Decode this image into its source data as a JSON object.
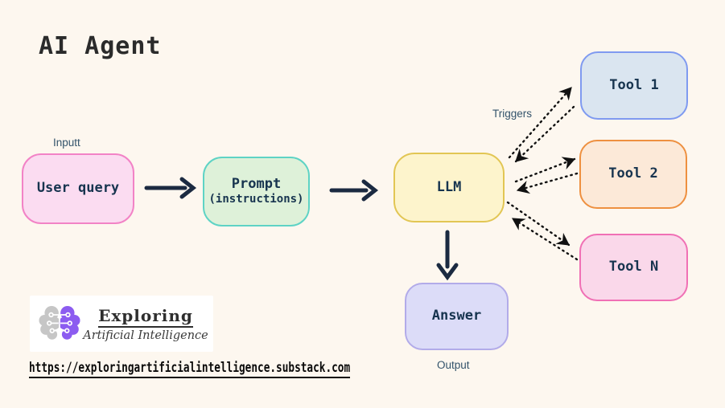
{
  "title": "AI Agent",
  "labels": {
    "input": "Inputt",
    "triggers": "Triggers",
    "output": "Output"
  },
  "nodes": {
    "user_query": {
      "label": "User query",
      "fill": "#fbdcf1",
      "border": "#f283c6"
    },
    "prompt": {
      "label_line1": "Prompt",
      "label_line2": "(instructions)",
      "fill": "#def1d9",
      "border": "#5ed3c5"
    },
    "llm": {
      "label": "LLM",
      "fill": "#fdf4cc",
      "border": "#e2c654"
    },
    "tool1": {
      "label": "Tool 1",
      "fill": "#dae5f0",
      "border": "#7f9af0"
    },
    "tool2": {
      "label": "Tool 2",
      "fill": "#fce9d8",
      "border": "#ee9040"
    },
    "tool_n": {
      "label": "Tool N",
      "fill": "#fad8ea",
      "border": "#f070b5"
    },
    "answer": {
      "label": "Answer",
      "fill": "#dcdcf8",
      "border": "#b2abe9"
    }
  },
  "logo": {
    "line1": "Exploring",
    "line2": "Artificial Intelligence",
    "brain_left_color": "#c6c6c6",
    "brain_right_color": "#8c5cf0"
  },
  "link": {
    "url": "https://exploringartificialintelligence.substack.com"
  },
  "colors": {
    "background": "#fdf7ef",
    "solid_arrow": "#1b2a41",
    "dotted_arrow": "#111111",
    "node_text": "#17344f",
    "label_text": "#33536b"
  }
}
